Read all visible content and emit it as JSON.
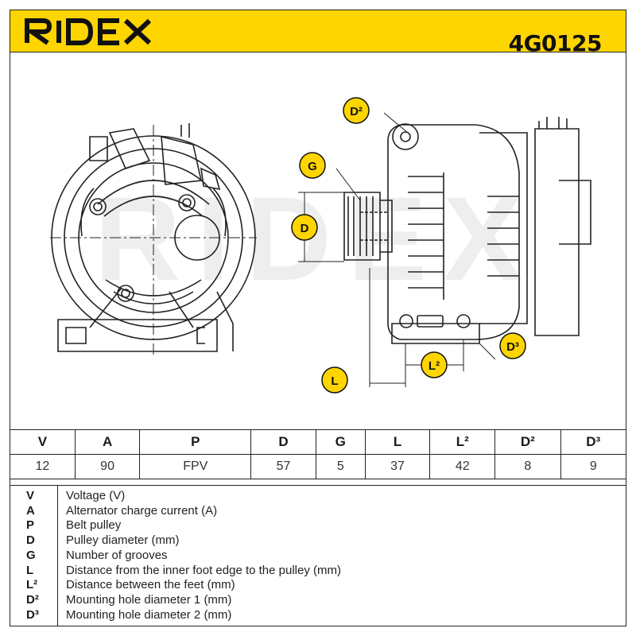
{
  "header": {
    "brand": "RIDEX",
    "part_number": "4G0125",
    "brand_color": "#ffd500"
  },
  "drawing": {
    "labels": {
      "d2": "D²",
      "g": "G",
      "d": "D",
      "d3": "D³",
      "l2": "L²",
      "l": "L"
    },
    "watermark": "RIDEX"
  },
  "specs": {
    "headers": [
      "V",
      "A",
      "P",
      "D",
      "G",
      "L",
      "L²",
      "D²",
      "D³"
    ],
    "values": [
      "12",
      "90",
      "FPV",
      "57",
      "5",
      "37",
      "42",
      "8",
      "9"
    ]
  },
  "legend": [
    {
      "key": "V",
      "desc": "Voltage (V)"
    },
    {
      "key": "A",
      "desc": "Alternator charge current (A)"
    },
    {
      "key": "P",
      "desc": "Belt pulley"
    },
    {
      "key": "D",
      "desc": "Pulley diameter (mm)"
    },
    {
      "key": "G",
      "desc": "Number of grooves"
    },
    {
      "key": "L",
      "desc": "Distance from the inner foot edge to the pulley (mm)"
    },
    {
      "key": "L²",
      "desc": "Distance between the feet (mm)"
    },
    {
      "key": "D²",
      "desc": "Mounting hole diameter 1 (mm)"
    },
    {
      "key": "D³",
      "desc": "Mounting hole diameter 2 (mm)"
    }
  ]
}
